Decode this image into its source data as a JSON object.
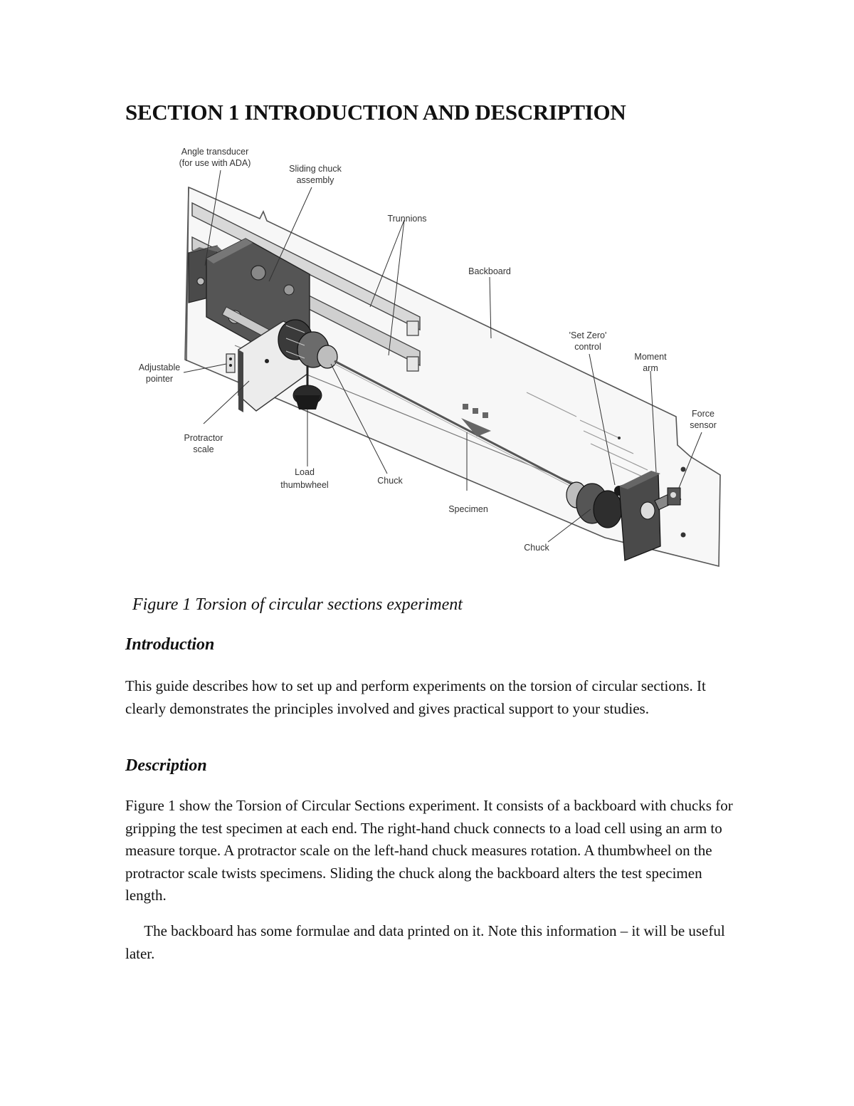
{
  "section_title": "SECTION 1 INTRODUCTION AND DESCRIPTION",
  "figure": {
    "caption": "Figure 1 Torsion of circular sections experiment",
    "callouts": {
      "angle_transducer_1": "Angle transducer",
      "angle_transducer_2": "(for use with ADA)",
      "sliding_chuck_1": "Sliding chuck",
      "sliding_chuck_2": "assembly",
      "trunnions": "Trunnions",
      "backboard": "Backboard",
      "set_zero_1": "'Set Zero'",
      "set_zero_2": "control",
      "moment_arm_1": "Moment",
      "moment_arm_2": "arm",
      "force_sensor_1": "Force",
      "force_sensor_2": "sensor",
      "adjustable_pointer_1": "Adjustable",
      "adjustable_pointer_2": "pointer",
      "protractor_scale_1": "Protractor",
      "protractor_scale_2": "scale",
      "load_thumbwheel_1": "Load",
      "load_thumbwheel_2": "thumbwheel",
      "chuck_left": "Chuck",
      "specimen": "Specimen",
      "chuck_right": "Chuck"
    }
  },
  "introduction": {
    "heading": "Introduction",
    "paragraph": "This guide describes how to set up and perform experiments on the torsion of circular sections. It clearly demonstrates the principles involved and gives practical support to your studies."
  },
  "description": {
    "heading": "Description",
    "paragraph_1": "Figure 1 show the Torsion of Circular Sections experiment. It consists of a backboard with chucks for gripping the test specimen at each end. The right-hand chuck connects to a load cell using an arm to measure torque. A protractor scale on the left-hand chuck measures rotation. A thumbwheel on the protractor scale twists specimens. Sliding the chuck along the backboard alters the test specimen length.",
    "paragraph_2": "     The backboard has some formulae and data printed on it. Note this information – it will be useful later."
  }
}
